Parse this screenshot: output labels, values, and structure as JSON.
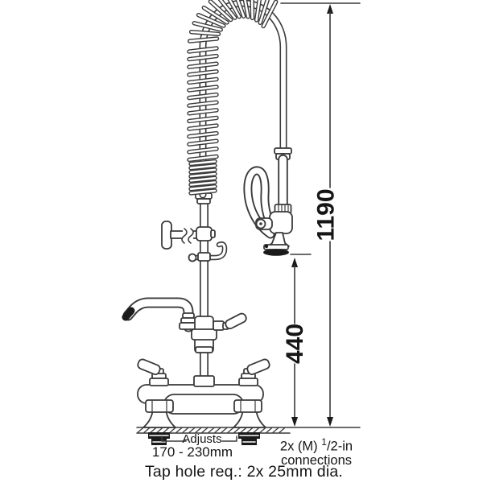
{
  "diagram": {
    "dimension_total_height": "1190",
    "dimension_spray_height": "440",
    "adjusts": {
      "label": "Adjusts",
      "range": "170 - 230mm"
    },
    "connections": {
      "pre": "2x (M) ",
      "sup": "1",
      "post": "/2-in",
      "line2": "connections"
    },
    "tap_hole_note": "Tap hole req.: 2x 25mm dia."
  },
  "colors": {
    "line": "#3a3a3a",
    "text": "#151515",
    "background": "#ffffff",
    "spray_face": "#1a1a1a"
  }
}
